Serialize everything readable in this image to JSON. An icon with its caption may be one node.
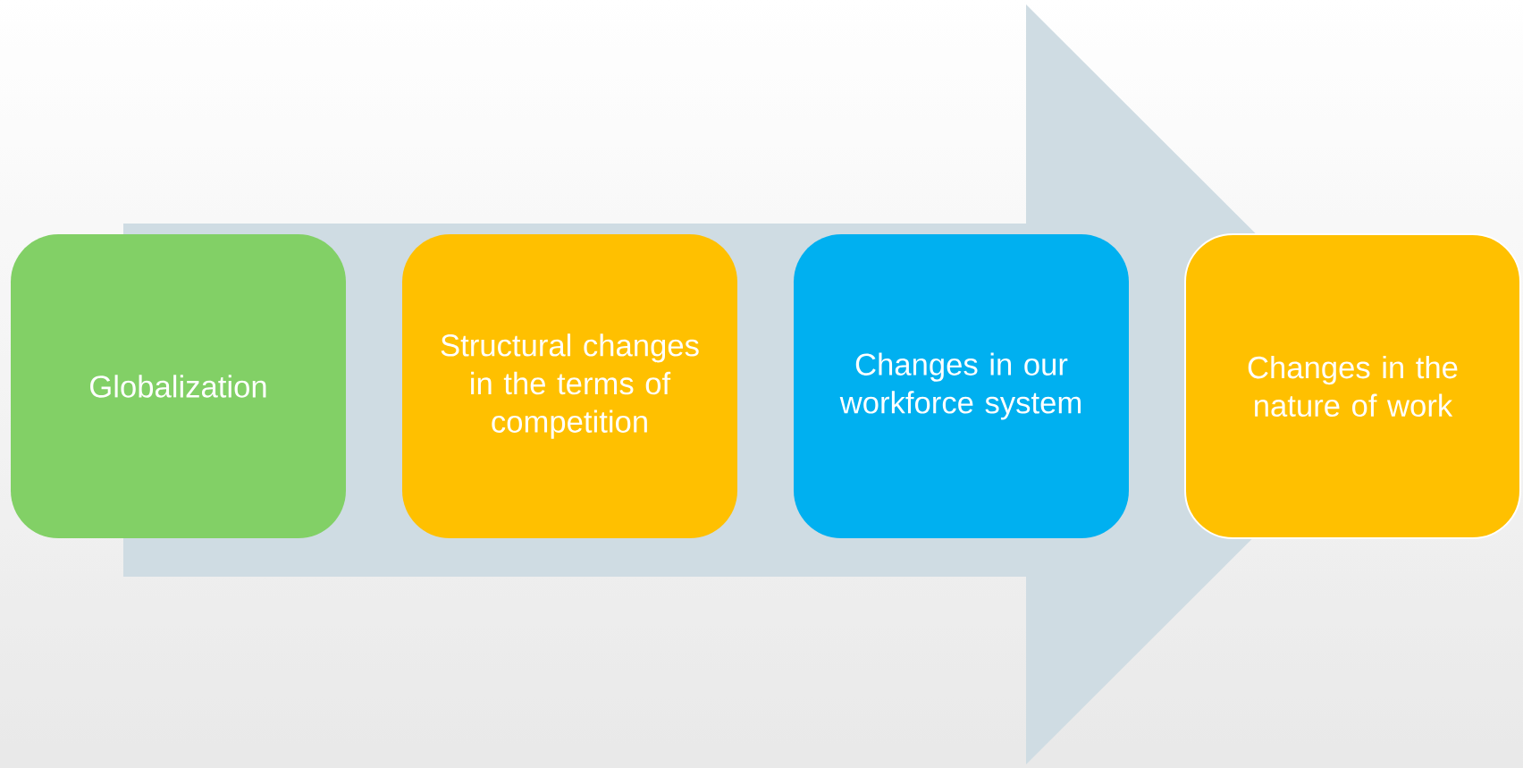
{
  "diagram": {
    "nodes": [
      {
        "text": [
          "Globalization"
        ]
      },
      {
        "text": [
          "Structural changes in the terms of competition"
        ]
      },
      {
        "text": [
          "Changes in our workforce system"
        ]
      },
      {
        "text": [
          "Changes in the nature of work"
        ]
      }
    ],
    "edges": [
      {
        "from": 0,
        "to": 3,
        "arrow": "to"
      }
    ]
  }
}
